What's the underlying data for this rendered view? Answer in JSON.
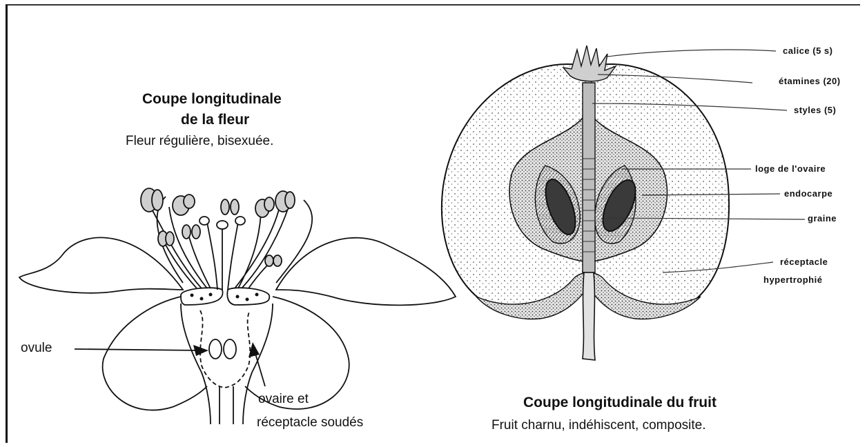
{
  "flower": {
    "title_line1": "Coupe longitudinale",
    "title_line2": "de la fleur",
    "subtitle": "Fleur régulière, bisexuée.",
    "label_ovule": "ovule",
    "label_ovaire_line1": "ovaire et",
    "label_ovaire_line2": "réceptacle soudés"
  },
  "fruit": {
    "title": "Coupe longitudinale du fruit",
    "subtitle": "Fruit charnu, indéhiscent, composite.",
    "labels": {
      "calice": "calice (5 s)",
      "etamines": "étamines (20)",
      "styles": "styles (5)",
      "loge": "loge de l'ovaire",
      "endocarpe": "endocarpe",
      "graine": "graine",
      "receptacle_line1": "réceptacle",
      "receptacle_line2": "hypertrophié"
    }
  }
}
